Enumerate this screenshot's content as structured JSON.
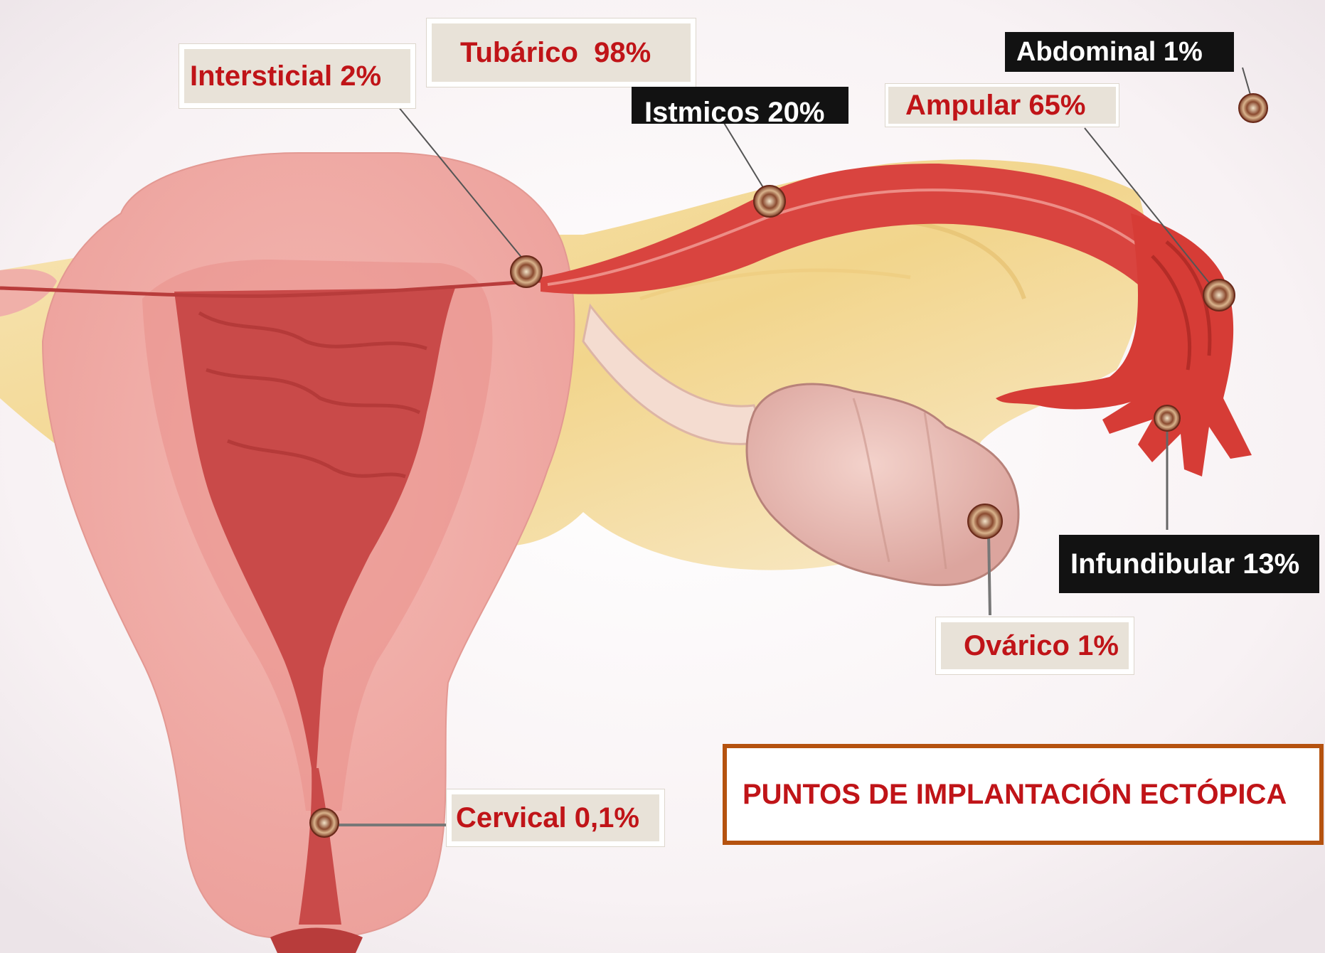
{
  "title": "PUNTOS DE IMPLANTACIÓN ECTÓPICA",
  "labels": {
    "intersticial": "Intersticial 2%",
    "tubarico": "Tubárico  98%",
    "istmicos": "Istmicos 20%",
    "ampular": "Ampular 65%",
    "abdominal": "Abdominal 1%",
    "infundibular": "Infundibular 13%",
    "ovarico": "Ovárico 1%",
    "cervical": "Cervical 0,1%"
  },
  "colors": {
    "label_text": "#c01418",
    "label_background": "#e8e2d8",
    "dark_label_background": "#121212",
    "title_border": "#b5520f",
    "uterus": "#f0aaa6",
    "endometrium": "#c94a49",
    "tube": "#d9443f",
    "ovary": "#e8bcb5",
    "ligament": "#f3d99a"
  }
}
